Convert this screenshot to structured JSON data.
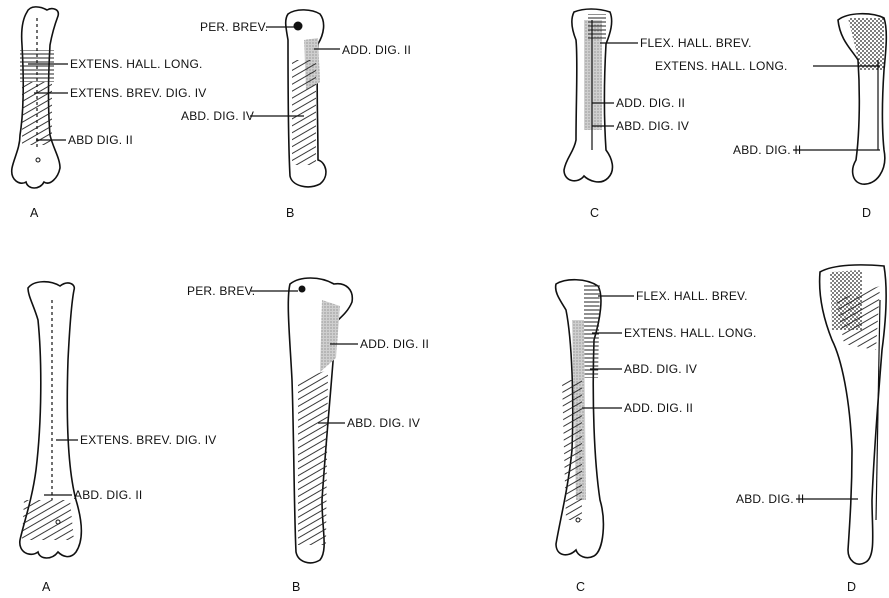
{
  "panels": {
    "a1": "A",
    "b1": "B",
    "c1": "C",
    "d1": "D",
    "a2": "A",
    "b2": "B",
    "c2": "C",
    "d2": "D"
  },
  "labels": {
    "a1": [
      "EXTENS. HALL. LONG.",
      "EXTENS. BREV. DIG. IV",
      "ABD DIG. II"
    ],
    "b1": [
      "PER. BREV.",
      "ADD. DIG. II",
      "ABD. DIG. IV"
    ],
    "c1": [
      "FLEX. HALL. BREV.",
      "ADD. DIG. II",
      "ABD. DIG. IV"
    ],
    "d1": [
      "EXTENS. HALL. LONG.",
      "ABD. DIG. II"
    ],
    "a2": [
      "EXTENS. BREV. DIG. IV",
      "ABD. DIG. II"
    ],
    "b2": [
      "PER. BREV.",
      "ADD. DIG. II",
      "ABD. DIG. IV"
    ],
    "c2": [
      "FLEX. HALL. BREV.",
      "EXTENS. HALL. LONG.",
      "ABD. DIG. IV",
      "ADD. DIG. II"
    ],
    "d2": [
      "ABD. DIG. II"
    ]
  }
}
